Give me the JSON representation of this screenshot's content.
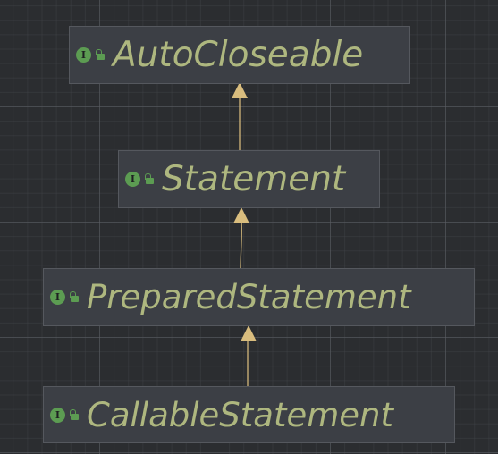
{
  "diagram": {
    "nodes": [
      {
        "label": "AutoCloseable",
        "kind": "interface",
        "icon": "interface-icon",
        "access": "unlock-icon"
      },
      {
        "label": "Statement",
        "kind": "interface",
        "icon": "interface-icon",
        "access": "unlock-icon"
      },
      {
        "label": "PreparedStatement",
        "kind": "interface",
        "icon": "interface-icon",
        "access": "unlock-icon"
      },
      {
        "label": "CallableStatement",
        "kind": "interface",
        "icon": "interface-icon",
        "access": "unlock-icon"
      }
    ],
    "icon_letter": "I",
    "edges": [
      {
        "from": "Statement",
        "to": "AutoCloseable",
        "type": "extends"
      },
      {
        "from": "PreparedStatement",
        "to": "Statement",
        "type": "extends"
      },
      {
        "from": "CallableStatement",
        "to": "PreparedStatement",
        "type": "extends"
      }
    ]
  },
  "colors": {
    "background": "#2b2d30",
    "node_fill": "#3c3f45",
    "node_border": "#55585e",
    "label": "#aeb77f",
    "icon": "#5c9c52",
    "edge": "#d2b77a"
  }
}
